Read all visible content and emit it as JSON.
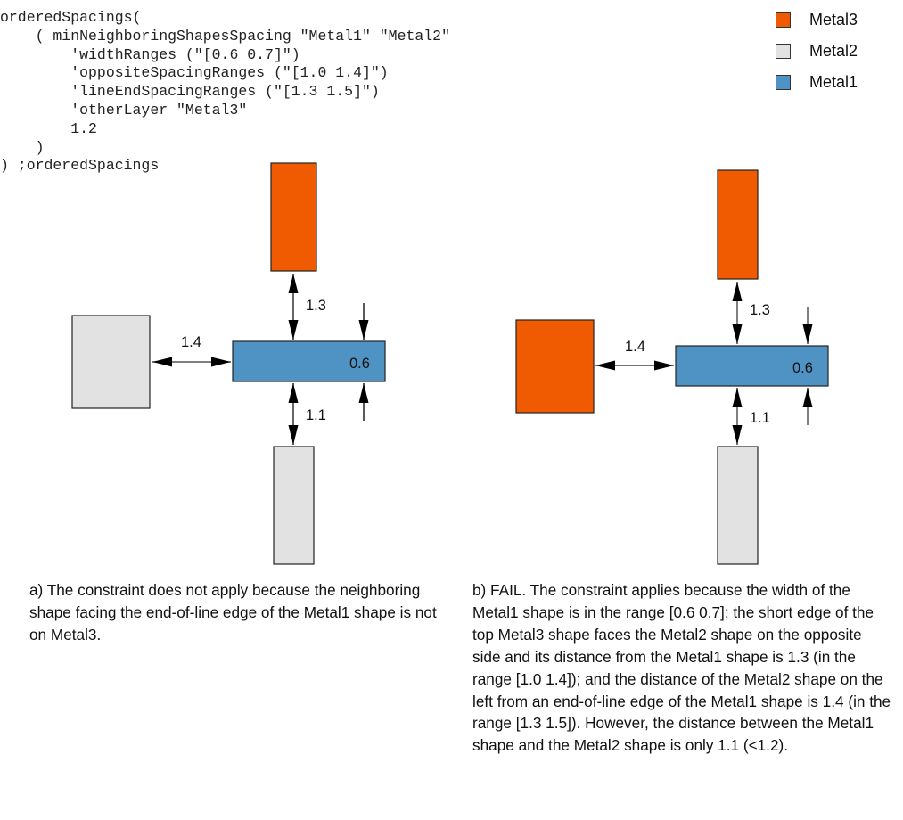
{
  "code": {
    "lines": [
      "orderedSpacings(",
      "    ( minNeighboringShapesSpacing \"Metal1\" \"Metal2\"",
      "        'widthRanges (\"[0.6 0.7]\")",
      "        'oppositeSpacingRanges (\"[1.0 1.4]\")",
      "        'lineEndSpacingRanges (\"[1.3 1.5]\")",
      "        'otherLayer \"Metal3\"",
      "        1.2",
      "    )",
      ") ;orderedSpacings"
    ]
  },
  "legend": {
    "items": [
      {
        "label": "Metal3",
        "color": "#f05a00"
      },
      {
        "label": "Metal2",
        "color": "#e2e2e2"
      },
      {
        "label": "Metal1",
        "color": "#4f93c4"
      }
    ]
  },
  "colors": {
    "metal3": "#f05a00",
    "metal2": "#e2e2e2",
    "metal1": "#4f93c4",
    "outline": "#222222"
  },
  "diagram_a": {
    "top_spacing": "1.3",
    "left_spacing": "1.4",
    "width": "0.6",
    "bottom_spacing": "1.1",
    "top_shape_layer": "Metal3",
    "left_shape_layer": "Metal2",
    "bottom_shape_layer": "Metal2",
    "center_shape_layer": "Metal1"
  },
  "diagram_b": {
    "top_spacing": "1.3",
    "left_spacing": "1.4",
    "width": "0.6",
    "bottom_spacing": "1.1",
    "top_shape_layer": "Metal3",
    "left_shape_layer": "Metal3",
    "bottom_shape_layer": "Metal2",
    "center_shape_layer": "Metal1"
  },
  "captions": {
    "a": "a) The constraint does not apply because the neighboring shape facing the end-of-line edge of the Metal1 shape is not on Metal3.",
    "b": "b) FAIL. The constraint applies because the width of the Metal1 shape is in the range [0.6 0.7]; the short edge of the top Metal3 shape faces the Metal2 shape on the opposite side and its distance from the Metal1 shape is 1.3 (in the range [1.0 1.4]); and the distance of the Metal2 shape on the left from an end-of-line edge of the Metal1 shape is 1.4 (in the range [1.3 1.5]). However, the distance between the Metal1 shape and the Metal2 shape is only 1.1 (<1.2)."
  }
}
